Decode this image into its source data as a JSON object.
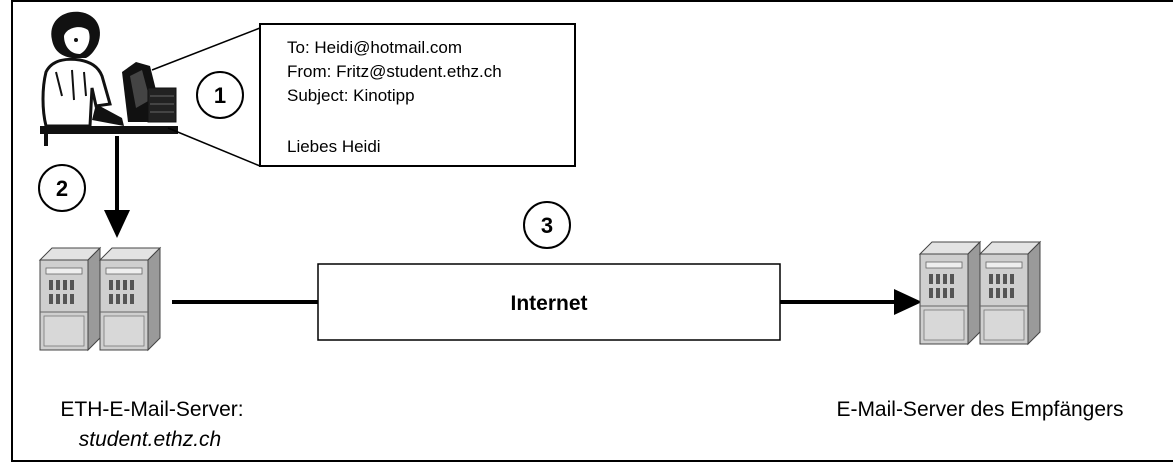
{
  "email": {
    "to": "To: Heidi@hotmail.com",
    "from": "From: Fritz@student.ethz.ch",
    "subject": "Subject: Kinotipp",
    "body": "Liebes Heidi"
  },
  "steps": {
    "one": "1",
    "two": "2",
    "three": "3"
  },
  "network": {
    "label": "Internet"
  },
  "sender_server": {
    "title": "ETH-E-Mail-Server:",
    "host": "student.ethz.ch"
  },
  "receiver_server": {
    "title": "E-Mail-Server des Empfängers"
  },
  "icons": {
    "user": "person-at-computer-icon",
    "server": "server-cabinet-icon"
  },
  "colors": {
    "stroke": "#000000",
    "server_body": "#c9c9c9",
    "server_shadow": "#8a8a8a"
  }
}
